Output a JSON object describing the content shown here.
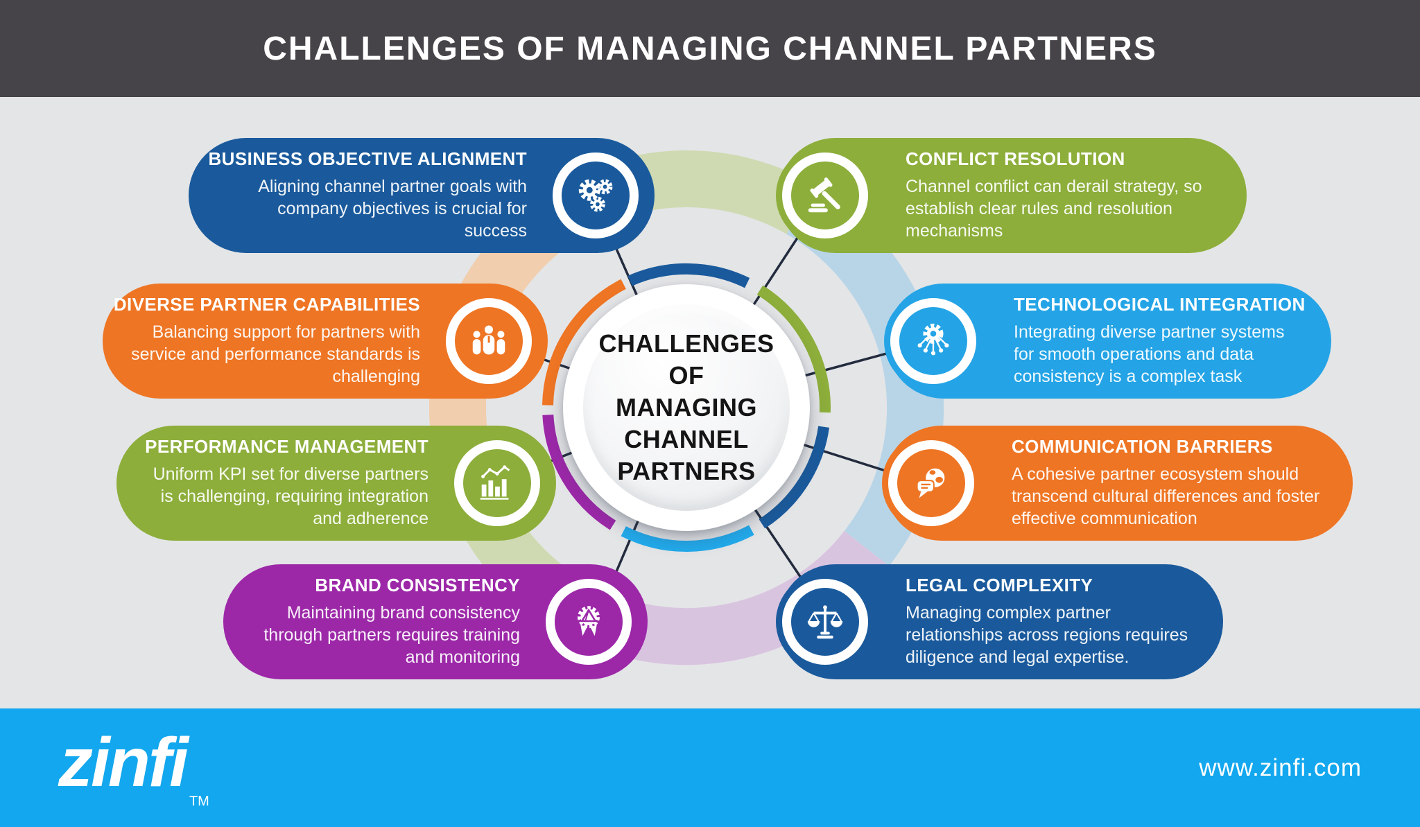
{
  "header": {
    "title": "CHALLENGES OF MANAGING CHANNEL PARTNERS"
  },
  "center": {
    "title_lines": [
      "CHALLENGES",
      "OF",
      "MANAGING",
      "CHANNEL",
      "PARTNERS"
    ]
  },
  "cards": [
    {
      "id": "business-objective-alignment",
      "title": "BUSINESS OBJECTIVE ALIGNMENT",
      "body": "Aligning channel partner goals with company objectives is crucial for success",
      "color": "#1a5a9c",
      "icon": "gears-icon",
      "side": "left"
    },
    {
      "id": "diverse-partner-capabilities",
      "title": "DIVERSE PARTNER CAPABILITIES",
      "body": "Balancing support for partners with service and performance standards is challenging",
      "color": "#ee7524",
      "icon": "people-icon",
      "side": "left"
    },
    {
      "id": "performance-management",
      "title": "PERFORMANCE MANAGEMENT",
      "body": "Uniform KPI set for diverse partners is challenging, requiring integration and adherence",
      "color": "#8dae3b",
      "icon": "bar-chart-icon",
      "side": "left"
    },
    {
      "id": "brand-consistency",
      "title": "BRAND CONSISTENCY",
      "body": "Maintaining brand consistency through partners requires training and monitoring",
      "color": "#9c28a8",
      "icon": "badge-icon",
      "side": "left"
    },
    {
      "id": "conflict-resolution",
      "title": "CONFLICT RESOLUTION",
      "body": "Channel conflict can derail strategy, so establish clear rules and resolution mechanisms",
      "color": "#8dae3b",
      "icon": "gavel-icon",
      "side": "right"
    },
    {
      "id": "technological-integration",
      "title": "TECHNOLOGICAL INTEGRATION",
      "body": "Integrating diverse partner systems for smooth operations and data consistency is a complex task",
      "color": "#24a4e6",
      "icon": "gear-network-icon",
      "side": "right"
    },
    {
      "id": "communication-barriers",
      "title": "COMMUNICATION BARRIERS",
      "body": "A cohesive partner ecosystem should transcend cultural differences and foster effective communication",
      "color": "#ee7524",
      "icon": "speech-globe-icon",
      "side": "right"
    },
    {
      "id": "legal-complexity",
      "title": "LEGAL COMPLEXITY",
      "body": "Managing complex partner relationships across regions requires diligence and legal expertise.",
      "color": "#1a5a9c",
      "icon": "scales-icon",
      "side": "right"
    }
  ],
  "footer": {
    "logo_text": "zinfi",
    "logo_tm": "TM",
    "website": "www.zinfi.com"
  },
  "colors": {
    "header_bg": "#474449",
    "page_bg": "#e4e5e7",
    "footer_bg": "#12a7ee",
    "blue": "#1a5a9c",
    "orange": "#ee7524",
    "green": "#8dae3b",
    "purple": "#9c28a8",
    "cyan": "#24a4e6",
    "arc_cyan": "#22aaec",
    "connector_line": "#232c3e",
    "pale_green": "#cdd9ab",
    "pale_blue": "#b3d3e8",
    "pale_lavender": "#d8c0e0",
    "pale_peach": "#f3cba6"
  }
}
